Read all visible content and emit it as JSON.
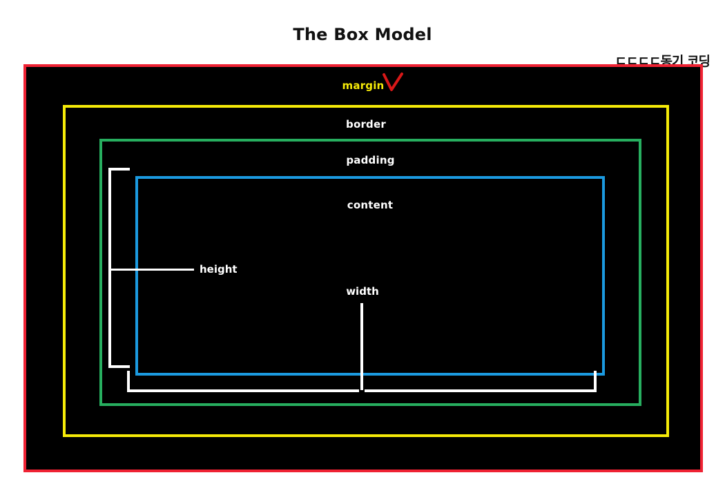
{
  "page": {
    "title": "The Box Model",
    "corner_note": "ㄷㄷㄷㄷ동기 코딩",
    "background": "#ffffff"
  },
  "diagram": {
    "type": "css-box-model",
    "layers": [
      {
        "key": "margin",
        "label": "margin",
        "border_color": "#ef2233",
        "label_color": "#f6eb08",
        "marker": "red-v-check"
      },
      {
        "key": "border",
        "label": "border",
        "border_color": "#f6eb08",
        "label_color": "#ffffff"
      },
      {
        "key": "padding",
        "label": "padding",
        "border_color": "#27ae5f",
        "label_color": "#ffffff"
      },
      {
        "key": "content",
        "label": "content",
        "border_color": "#1b9ae0",
        "label_color": "#ffffff"
      }
    ],
    "measurements": [
      {
        "key": "height",
        "label": "height",
        "orientation": "vertical",
        "color": "#ffffff"
      },
      {
        "key": "width",
        "label": "width",
        "orientation": "horizontal",
        "color": "#ffffff"
      }
    ],
    "fill_color": "#000000",
    "marker_color": "#d81818"
  }
}
